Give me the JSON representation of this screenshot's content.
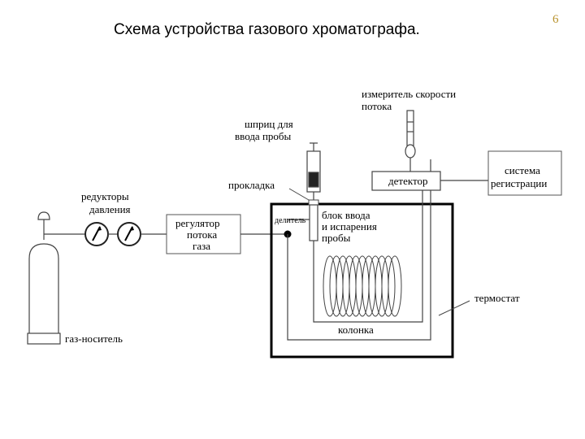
{
  "slide": {
    "title": "Схема устройства газового хроматографа.",
    "page_number": "6"
  },
  "diagram": {
    "labels": {
      "carrier_gas": "газ-носитель",
      "pressure_reducers_1": "редукторы",
      "pressure_reducers_2": "давления",
      "flow_regulator_1": "регулятор",
      "flow_regulator_2": "потока",
      "flow_regulator_3": "газа",
      "syringe_1": "шприц для",
      "syringe_2": "ввода пробы",
      "gasket": "прокладка",
      "splitter": "делитель",
      "injector_1": "блок ввода",
      "injector_2": "и испарения",
      "injector_3": "пробы",
      "flowmeter_1": "измеритель скорости",
      "flowmeter_2": "потока",
      "detector": "детектор",
      "recorder_1": "система",
      "recorder_2": "регистрации",
      "thermostat": "термостат",
      "column": "колонка"
    }
  }
}
